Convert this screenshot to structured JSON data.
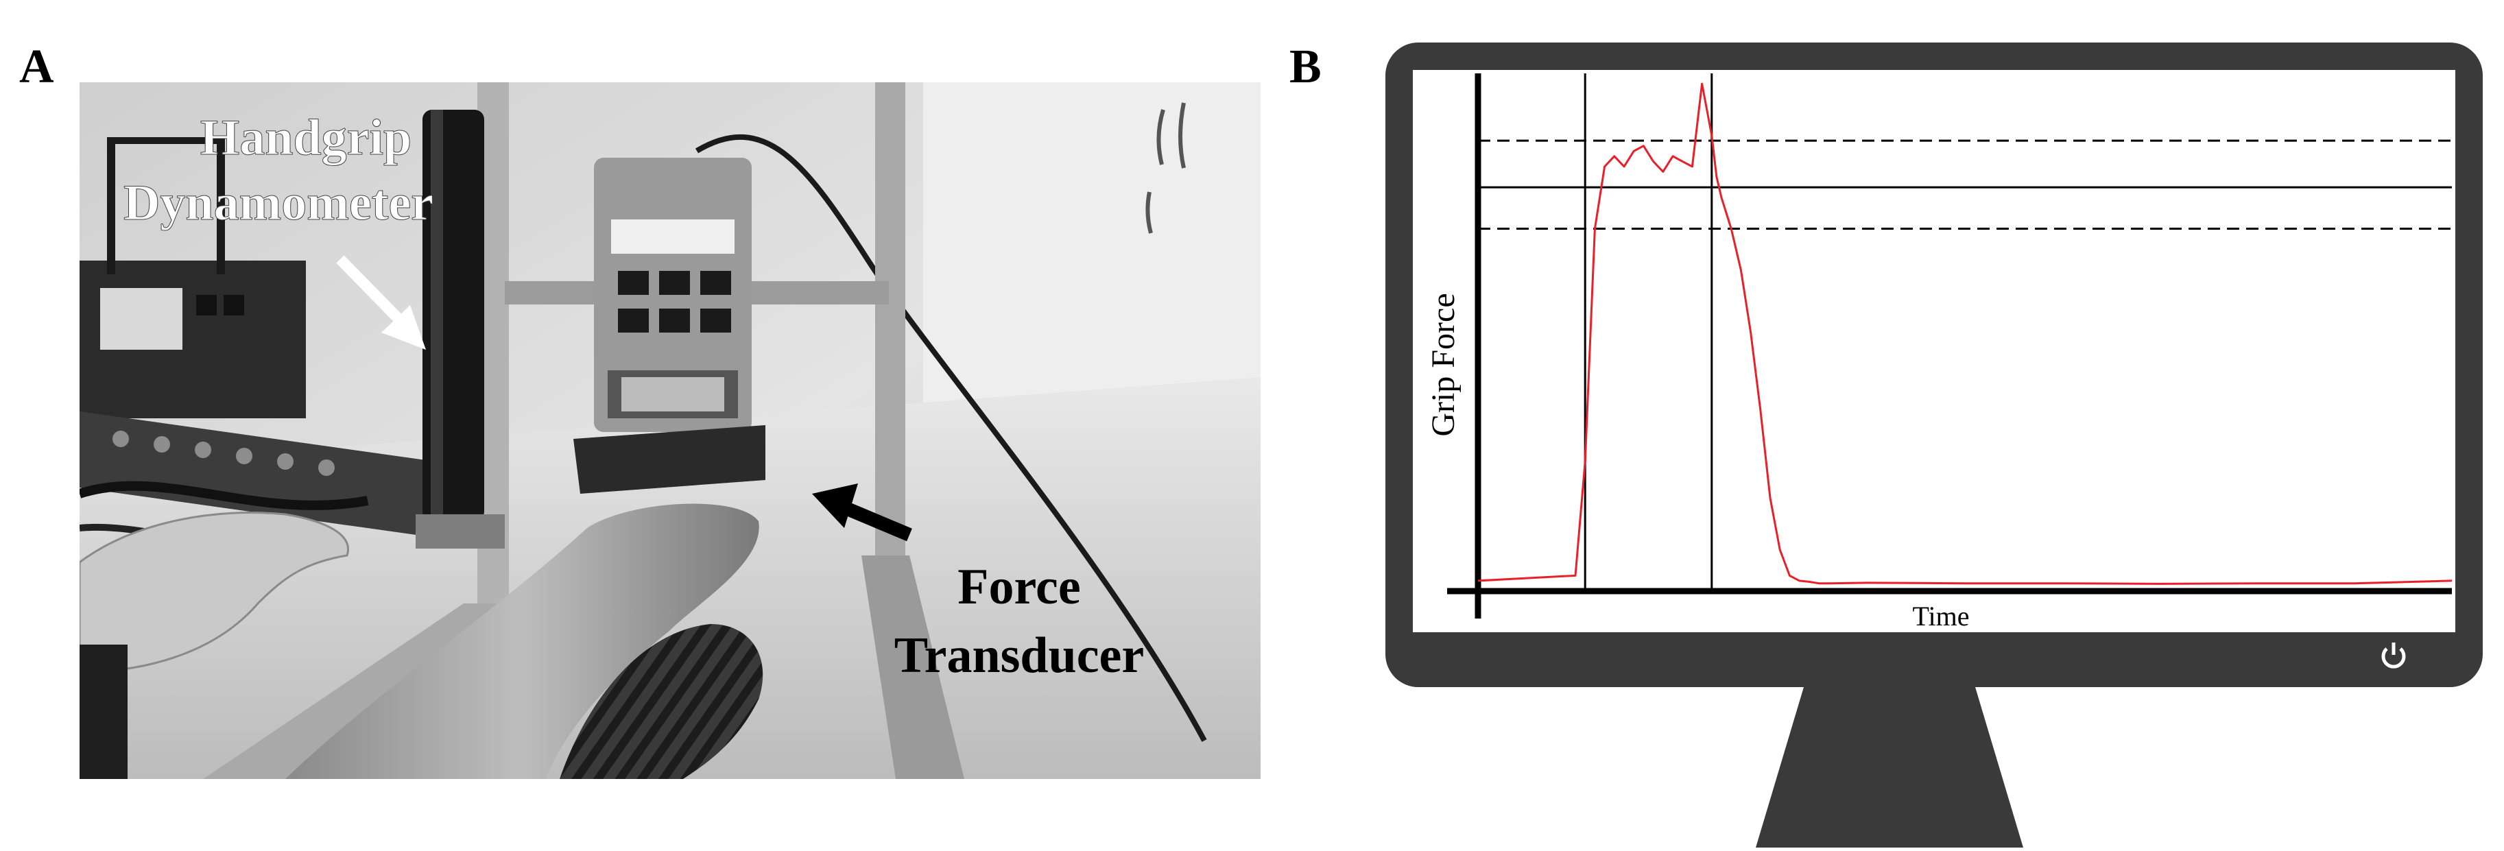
{
  "panel_a": {
    "letter": "A",
    "label_dynamometer_line1": "Handgrip",
    "label_dynamometer_line2": "Dynamometer",
    "label_transducer_line1": "Force",
    "label_transducer_line2": "Transducer",
    "arrow_colors": {
      "dynamometer_arrow": "#ffffff",
      "transducer_arrow": "#000000"
    }
  },
  "panel_b": {
    "letter": "B",
    "ylabel": "Grip Force",
    "xlabel": "Time",
    "trace_color": "#e8202a",
    "monitor_frame_color": "#3a3a3a",
    "power_icon": "power-icon"
  },
  "chart_data": {
    "type": "line",
    "title": "",
    "xlabel": "Time",
    "ylabel": "Grip Force",
    "xlim": [
      0,
      100
    ],
    "ylim": [
      0,
      100
    ],
    "grid": false,
    "series": [
      {
        "x": [
          0,
          5,
          10,
          11,
          12,
          13,
          14,
          15,
          16,
          17,
          18,
          19,
          20,
          21,
          22,
          23,
          24,
          24.5,
          25,
          26,
          27,
          28,
          29,
          30,
          31,
          32,
          33,
          34,
          35,
          36,
          40,
          50,
          60,
          70,
          80,
          90,
          100
        ],
        "y": [
          2,
          2.5,
          3,
          25,
          70,
          82,
          84,
          82,
          85,
          86,
          83,
          81,
          84,
          83,
          82,
          98,
          88,
          80,
          76,
          70,
          62,
          50,
          35,
          18,
          8,
          3,
          2,
          1.8,
          1.5,
          1.5,
          1.6,
          1.5,
          1.5,
          1.4,
          1.5,
          1.5,
          2
        ]
      }
    ],
    "reference_lines": {
      "horizontal": [
        {
          "y": 87,
          "style": "dashed"
        },
        {
          "y": 78,
          "style": "solid"
        },
        {
          "y": 70,
          "style": "dashed"
        }
      ],
      "vertical": [
        {
          "x": 11,
          "style": "solid"
        },
        {
          "x": 24,
          "style": "solid"
        }
      ]
    }
  }
}
